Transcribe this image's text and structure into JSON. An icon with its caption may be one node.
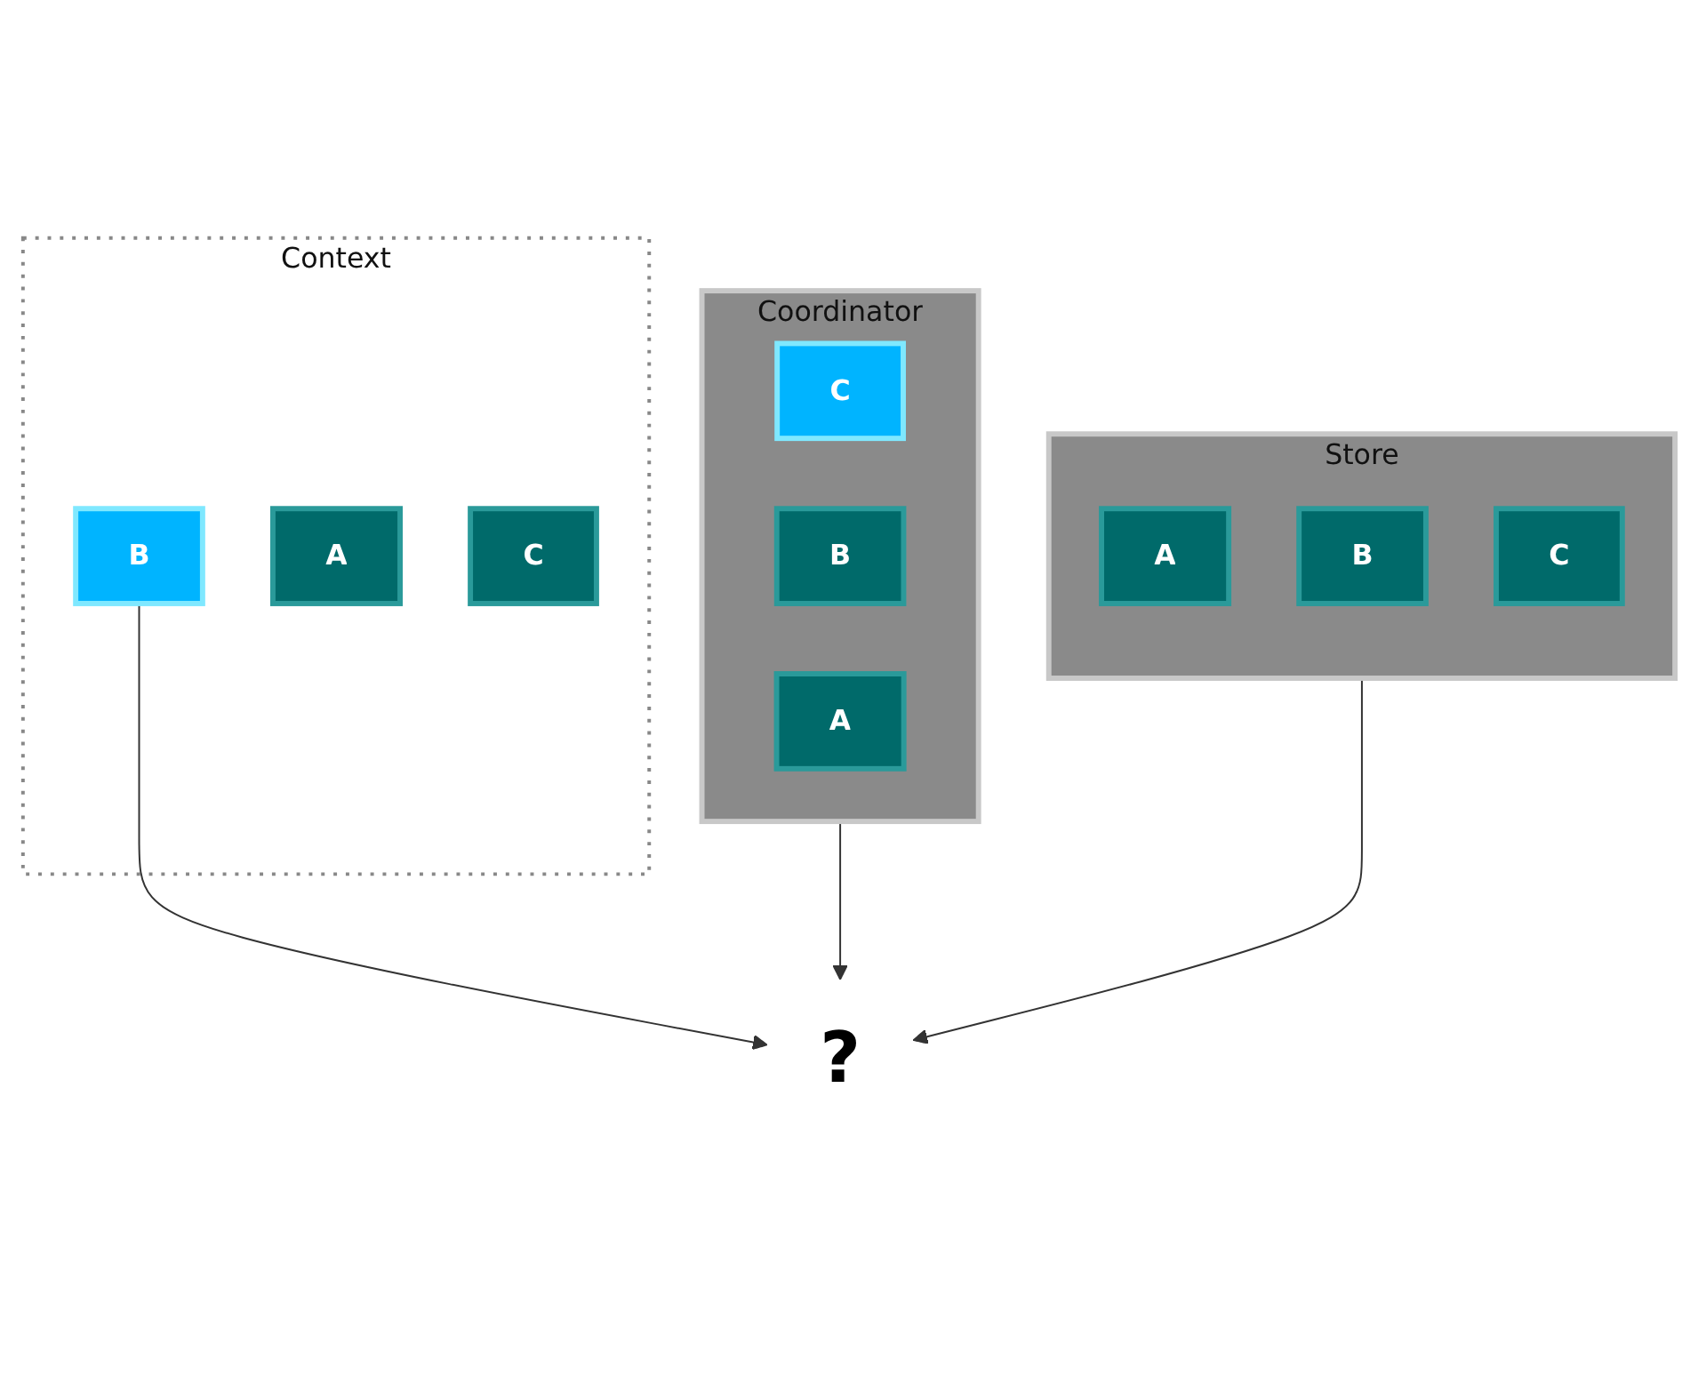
{
  "diagram": {
    "nodes": [
      {
        "text": [
          "Coordinator"
        ]
      },
      {
        "text": [
          "C"
        ],
        "in": 0
      },
      {
        "text": [
          "B"
        ],
        "in": 0
      },
      {
        "text": [
          "A"
        ],
        "in": 0
      },
      {
        "text": [
          "Store"
        ]
      },
      {
        "text": [
          "A"
        ],
        "in": 4
      },
      {
        "text": [
          "B"
        ],
        "in": 4
      },
      {
        "text": [
          "C"
        ],
        "in": 4
      },
      {
        "text": [
          "?"
        ]
      },
      {
        "text": [
          "Context"
        ]
      },
      {
        "text": [
          "B"
        ],
        "in": 9
      },
      {
        "text": [
          "A"
        ],
        "in": 9
      },
      {
        "text": [
          "C"
        ],
        "in": 9
      }
    ],
    "edges": [
      {
        "from": 0,
        "to": 8,
        "arrow": "to"
      },
      {
        "from": 4,
        "to": 8,
        "arrow": "to"
      },
      {
        "from": 10,
        "to": 8,
        "arrow": "to"
      }
    ]
  }
}
